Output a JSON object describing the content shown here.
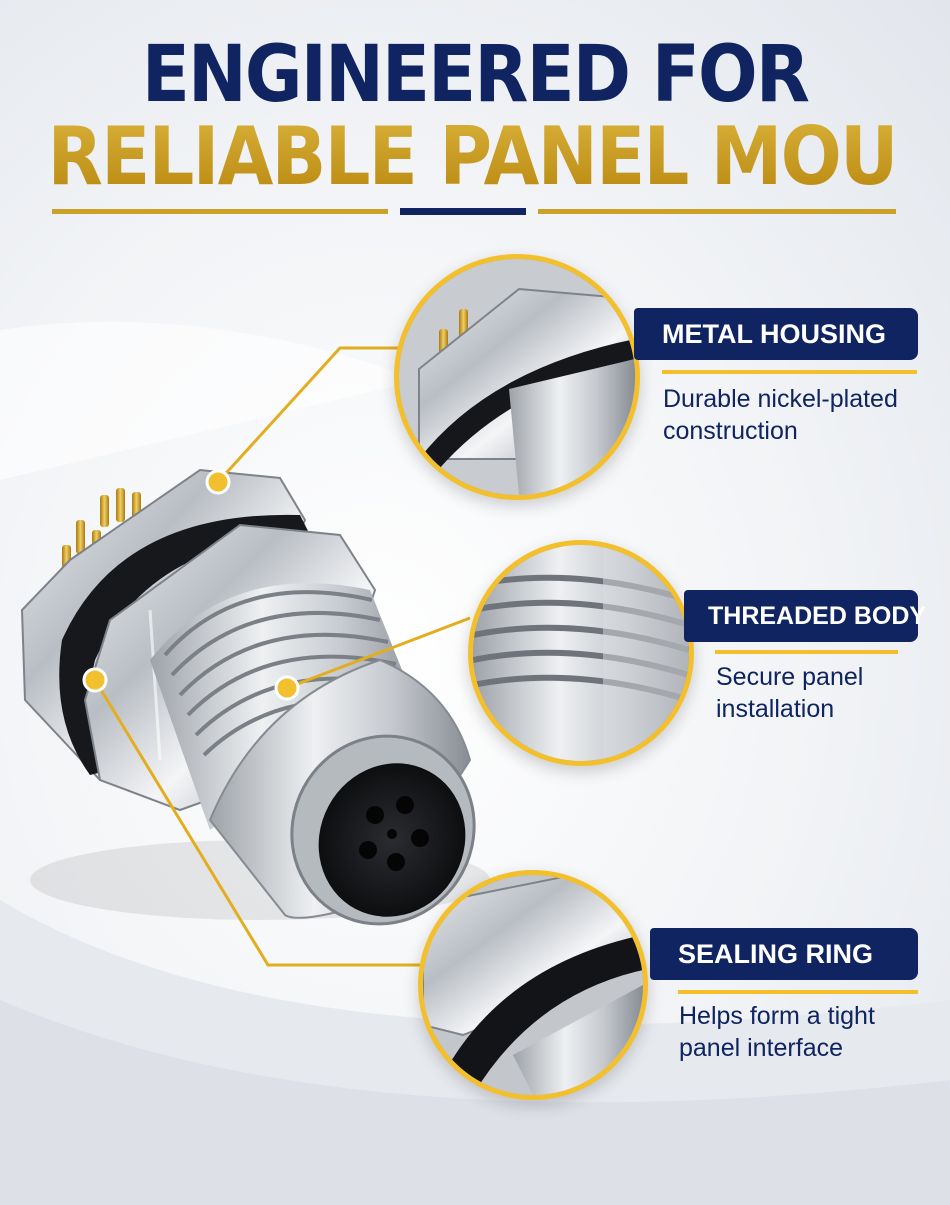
{
  "header": {
    "line1": "ENGINEERED FOR",
    "line2": "RELIABLE PANEL MOUNTING"
  },
  "colors": {
    "navy": "#0f2460",
    "gold": "#c9a227",
    "callout_ring": "#f3c02c"
  },
  "callouts": [
    {
      "title": "METAL HOUSING",
      "desc_line1": "Durable nickel-plated",
      "desc_line2": "construction",
      "icon": "metal-housing-closeup"
    },
    {
      "title": "THREADED BODY",
      "desc_line1": "Secure panel",
      "desc_line2": "installation",
      "icon": "threaded-body-closeup"
    },
    {
      "title": "SEALING RING",
      "desc_line1": "Helps form a tight",
      "desc_line2": "panel interface",
      "icon": "sealing-ring-closeup"
    }
  ]
}
